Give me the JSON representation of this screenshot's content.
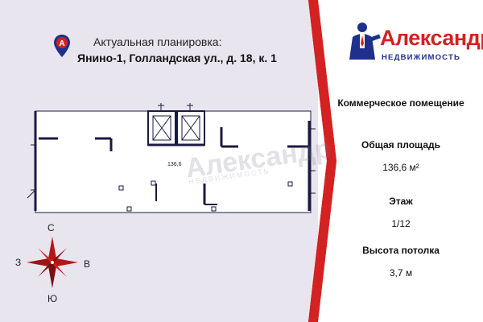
{
  "header": {
    "title": "Актуальная планировка:",
    "address": "Янино-1, Голландская ул., д. 18, к. 1"
  },
  "brand": {
    "name": "Александр",
    "subtitle": "НЕДВИЖИМОСТЬ",
    "watermark_name": "Александр",
    "watermark_sub": "НЕДВИЖИМОСТЬ"
  },
  "plan": {
    "area_label": "136,6"
  },
  "compass": {
    "north": "С",
    "south": "Ю",
    "west": "З",
    "east": "В"
  },
  "info": {
    "type_label": "Коммерческое помещение",
    "area_title": "Общая площадь",
    "area_value": "136,6 м²",
    "floor_title": "Этаж",
    "floor_value": "1/12",
    "ceiling_title": "Высота потолка",
    "ceiling_value": "3,7 м"
  },
  "colors": {
    "accent_red": "#d42121",
    "brand_blue": "#1e2f8c",
    "background": "#e9e5ee"
  }
}
